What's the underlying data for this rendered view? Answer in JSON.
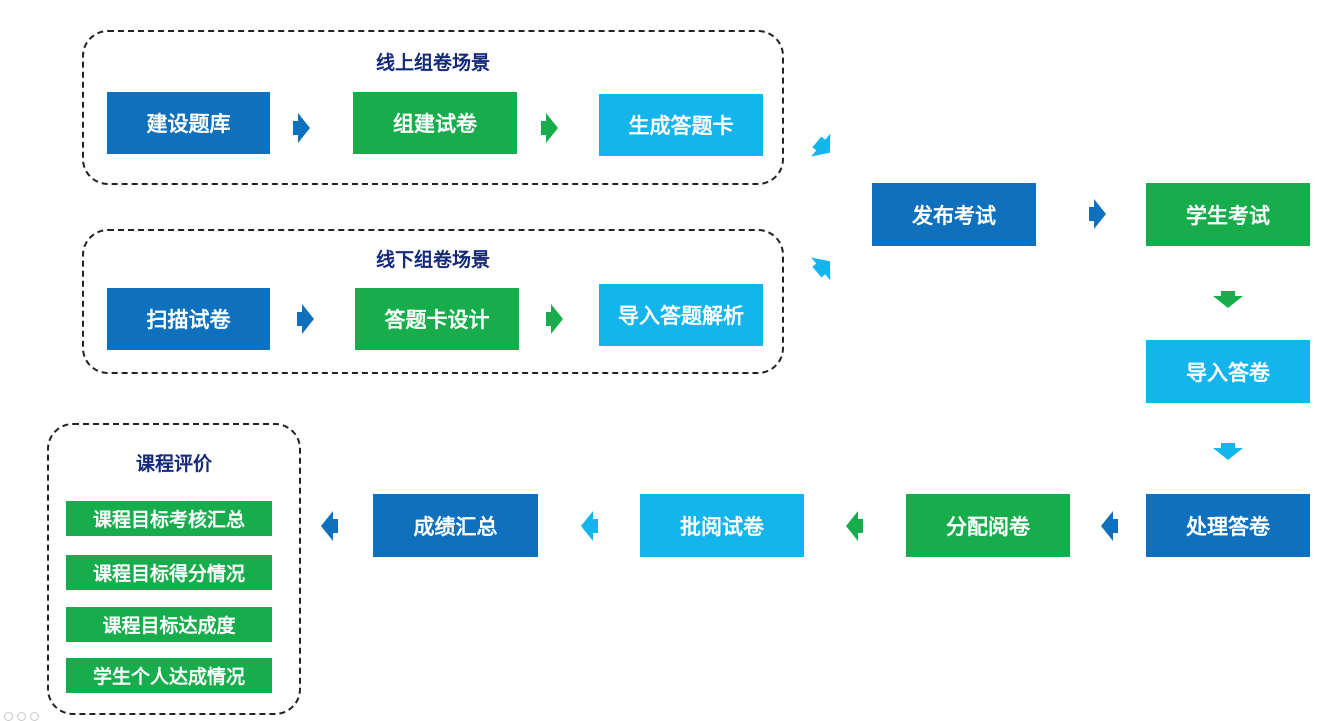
{
  "online": {
    "title": "线上组卷场景",
    "steps": [
      "建设题库",
      "组建试卷",
      "生成答题卡"
    ]
  },
  "offline": {
    "title": "线下组卷场景",
    "steps": [
      "扫描试卷",
      "答题卡设计",
      "导入答题解析"
    ]
  },
  "flow": {
    "publish": "发布考试",
    "student_exam": "学生考试",
    "import_answers": "导入答卷",
    "process_answers": "处理答卷",
    "assign_grading": "分配阅卷",
    "grade_papers": "批阅试卷",
    "score_summary": "成绩汇总"
  },
  "evaluation": {
    "title": "课程评价",
    "items": [
      "课程目标考核汇总",
      "课程目标得分情况",
      "课程目标达成度",
      "学生个人达成情况"
    ]
  },
  "colors": {
    "dark_blue": "#0f70bd",
    "green": "#17ad4c",
    "light_blue": "#14b4ec",
    "title_navy": "#152a78"
  }
}
